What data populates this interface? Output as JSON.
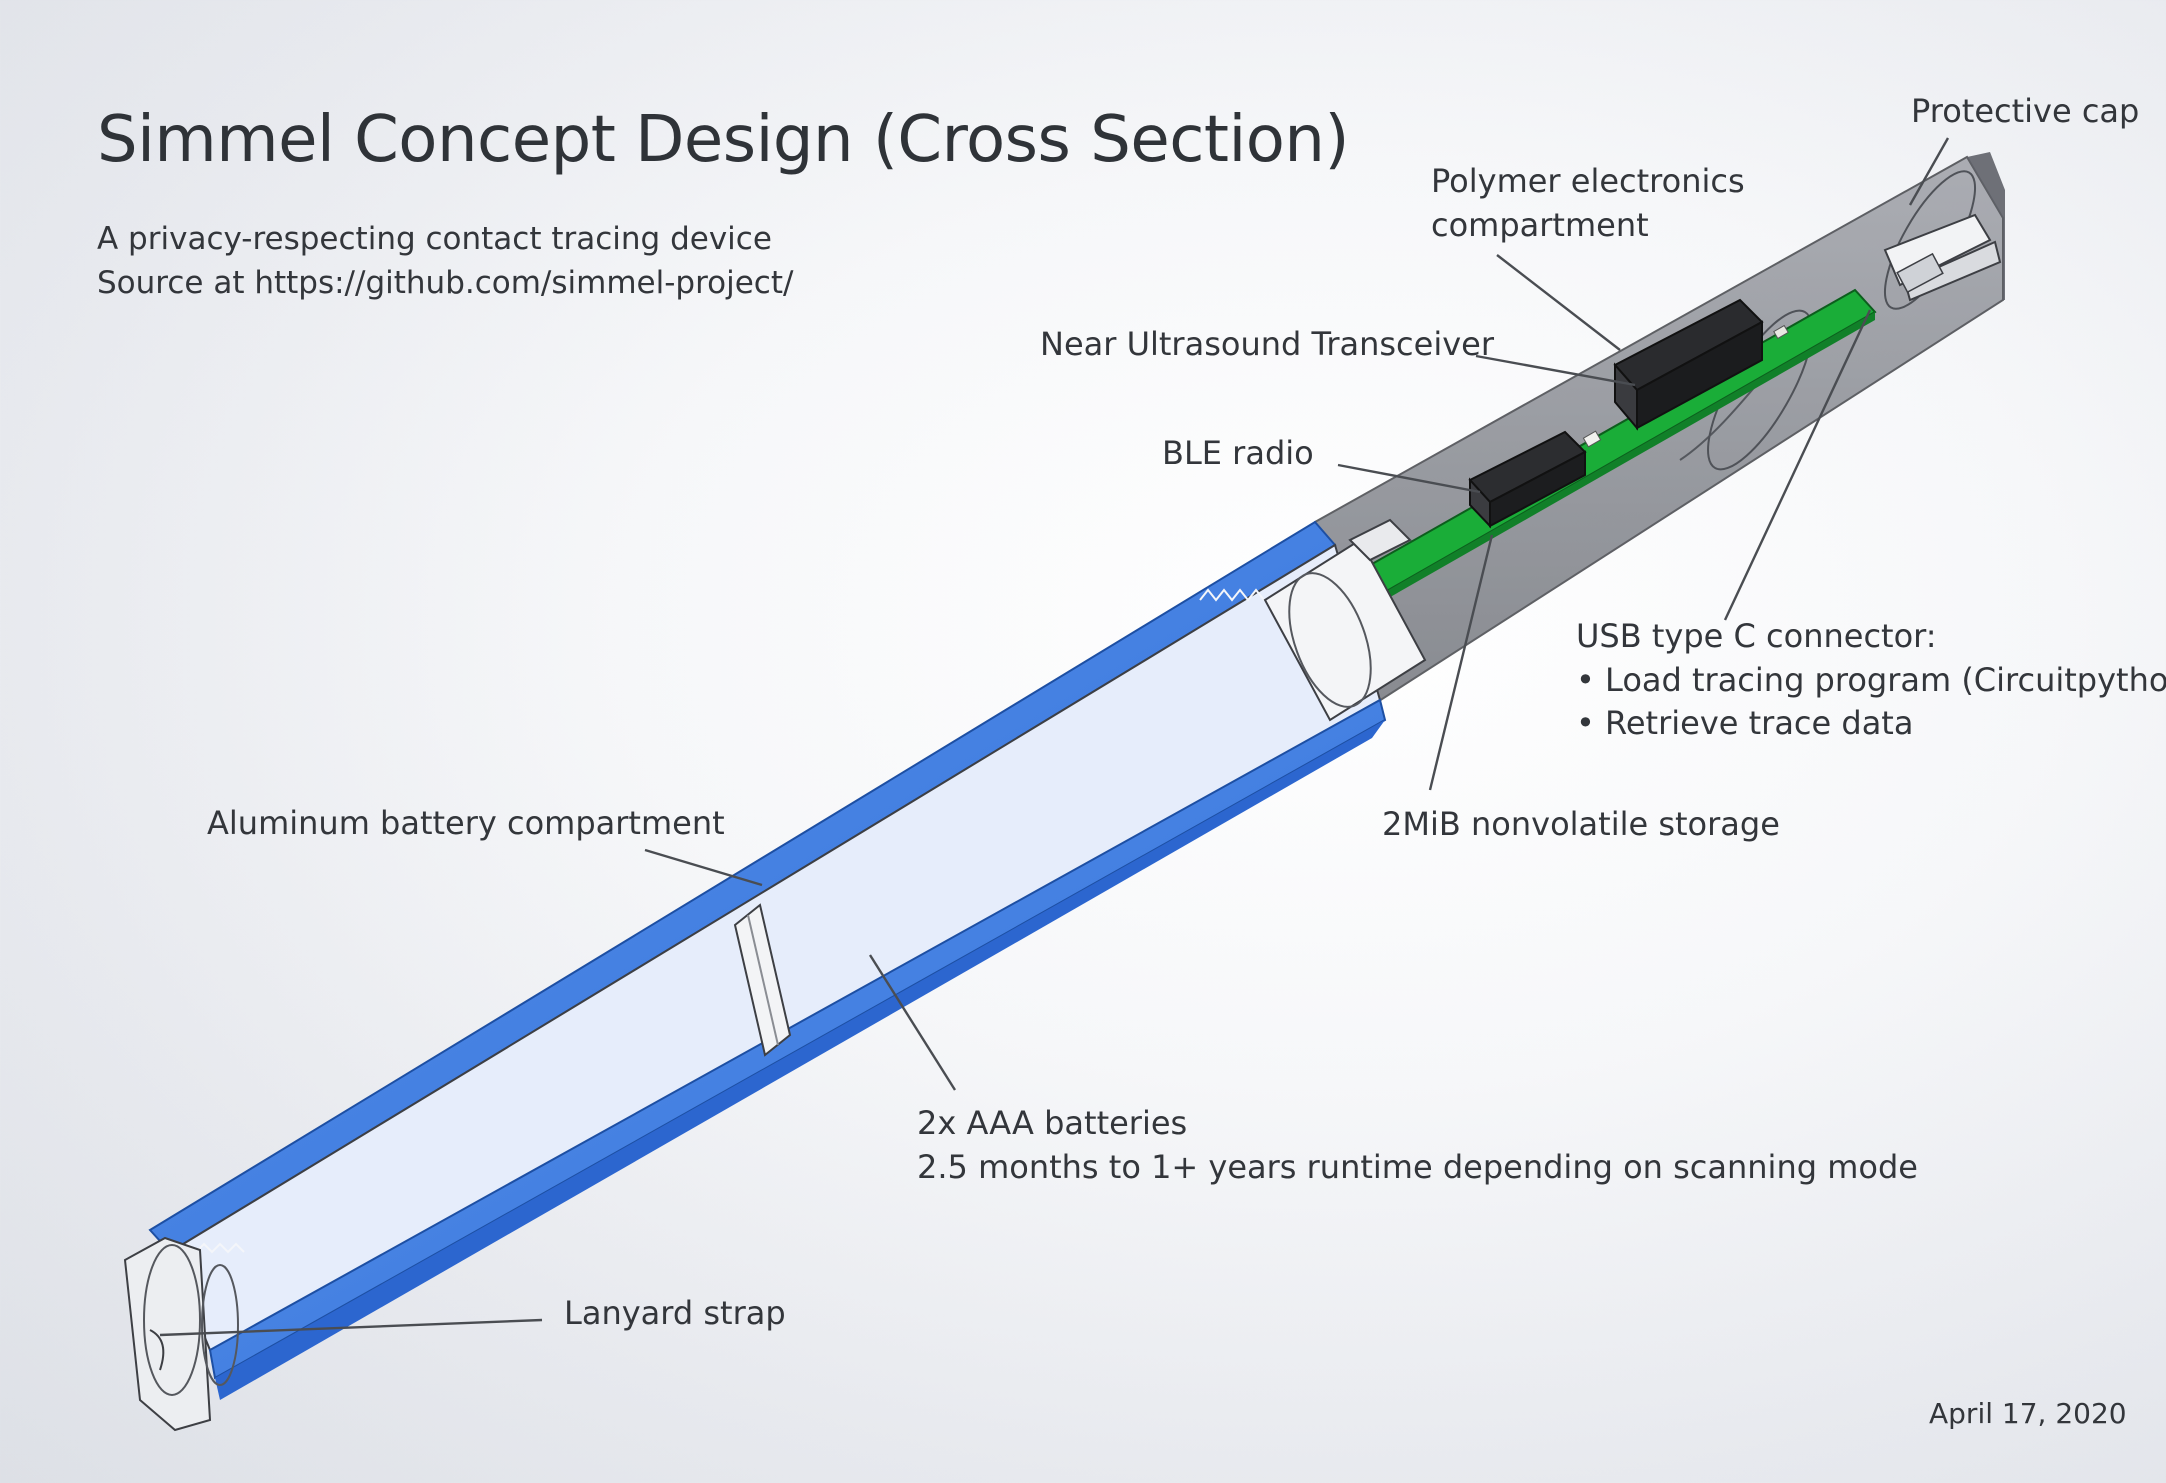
{
  "header": {
    "title": "Simmel Concept Design (Cross Section)",
    "subtitle_line1": "A privacy-respecting contact tracing device",
    "subtitle_line2": "Source at https://github.com/simmel-project/"
  },
  "labels": {
    "protective_cap": "Protective cap",
    "polymer_compartment_line1": "Polymer electronics",
    "polymer_compartment_line2": "compartment",
    "ultrasound": "Near Ultrasound Transceiver",
    "ble": "BLE radio",
    "usb_line1": "USB type C connector:",
    "usb_line2": "• Load tracing program (Circuitpython)",
    "usb_line3": "• Retrieve trace data",
    "storage": "2MiB nonvolatile storage",
    "aluminum": "Aluminum battery compartment",
    "batteries_line1": "2x AAA batteries",
    "batteries_line2": "2.5 months to 1+ years runtime depending on scanning mode",
    "lanyard": "Lanyard strap"
  },
  "footer": {
    "date": "April 17, 2020"
  },
  "colors": {
    "aluminum_blue": "#3f7fe6",
    "pcb_green": "#19b33b",
    "chip_black": "#2a2b2e",
    "polymer_gray": "#8e9198",
    "battery_fill": "#e6edfb",
    "leader_line": "#4a4d52"
  }
}
